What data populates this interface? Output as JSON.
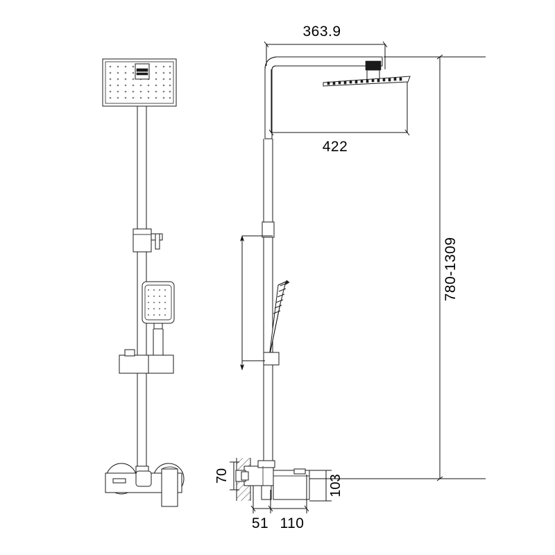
{
  "drawing": {
    "title": "Shower Column Dimensioned Drawing",
    "background_color": "#ffffff",
    "line_color": "#1a1a1a",
    "views": [
      {
        "name": "front-elevation",
        "label": ""
      },
      {
        "name": "side-elevation",
        "label": ""
      }
    ]
  },
  "dimensions": {
    "arm_reach": {
      "value": "363.9",
      "name": "arm-reach-dimension",
      "orientation": "horizontal"
    },
    "head_width": {
      "value": "422",
      "name": "shower-head-width-dimension",
      "orientation": "horizontal"
    },
    "height_range": {
      "value": "780-1309",
      "name": "overall-height-range-dimension",
      "orientation": "vertical"
    },
    "wall_offset": {
      "value": "70",
      "name": "wall-offset-dimension",
      "orientation": "vertical"
    },
    "body_height": {
      "value": "103",
      "name": "mixer-body-height-dimension",
      "orientation": "vertical"
    },
    "inlet_spacing": {
      "value": "51",
      "name": "inlet-spacing-dimension",
      "orientation": "horizontal"
    },
    "spout_projection": {
      "value": "110",
      "name": "spout-projection-dimension",
      "orientation": "horizontal"
    }
  },
  "components": {
    "overhead_shower": "overhead-shower-head",
    "shower_arm": "curved-shower-arm",
    "riser_rail": "riser-rail",
    "slide_bracket": "slide-bracket",
    "handheld_shower": "handheld-shower-head",
    "diverter": "diverter-block",
    "mixer_valve": "wall-mixer-valve",
    "wall": "wall-section-hatch",
    "travel_arrow": "adjustable-travel-arrow"
  }
}
